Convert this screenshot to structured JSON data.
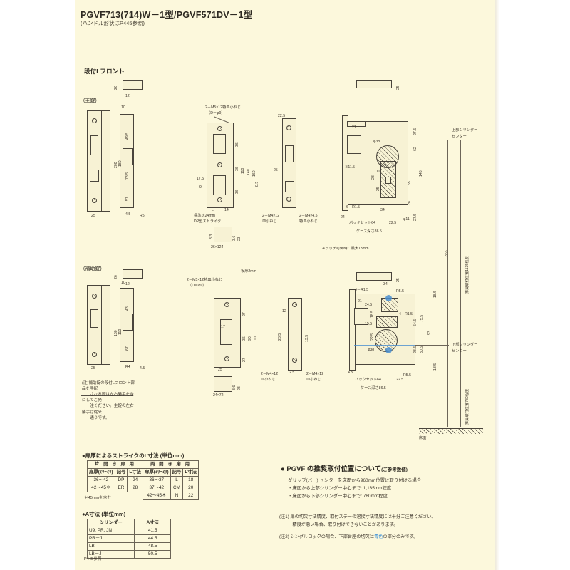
{
  "header": {
    "title": "PGVF713(714)W－1型/PGVF571DV－1型",
    "subtitle": "(ハンドル形状はP445参照)"
  },
  "drawing": {
    "panel_title": "段付Lフロント",
    "main_lock_label": "(主錠)",
    "sub_lock_label": "(補助錠)",
    "upper_cylinder_center": "上部シリンダー\nセンター",
    "lower_cylinder_center": "下部シリンダー\nセンター",
    "floor_label": "床面",
    "recommended_upper": "推奨取付位置1135程度",
    "recommended_lower": "推奨取付位置780程度",
    "callouts": [
      "2－M5×12特皿小ねじ",
      "（D＝φ9）",
      "板厚2mm",
      "2－M4×12",
      "皿小ねじ",
      "2－M4×4.5",
      "特皿小ねじ",
      "標準は24mm",
      "DP型ストライク",
      "※ラッチ可倒時：最大13mm",
      "バックセット64",
      "ケース深さ86.5"
    ],
    "dims_main": [
      "25",
      "10",
      "49.5",
      "73.5",
      "57",
      "200",
      "180",
      "4.5",
      "R5",
      "12",
      "26"
    ],
    "dims_front": [
      "36",
      "36",
      "36",
      "110",
      "140",
      "160",
      "17.5",
      "9",
      "8.5",
      "L",
      "14",
      "25",
      "26×124",
      "3.3",
      "3.6",
      "23"
    ],
    "dims_case_upper": [
      "21",
      "※11.5",
      "φ38",
      "φ11",
      "62",
      "145",
      "55",
      "28",
      "27.5",
      "27.5",
      "6－R1.5",
      "34",
      "11",
      "28",
      "25",
      "24",
      "22.5"
    ],
    "dims_sub": [
      "25",
      "10",
      "43",
      "67",
      "130",
      "110",
      "4.5",
      "R4",
      "12",
      "26"
    ],
    "dims_sub_front": [
      "27",
      "36",
      "27",
      "90",
      "110",
      "17",
      "25",
      "24×72",
      "12",
      "28.5",
      "13.5",
      "23",
      "2.5"
    ],
    "dims_case_lower": [
      "21",
      "34",
      "4－R1.5",
      "R5.5",
      "φ38",
      "24.5",
      "18.5",
      "15.5",
      "22.5",
      "64.5",
      "75.5",
      "28.5",
      "30.5",
      "93",
      "18.5",
      "8",
      "4.5"
    ],
    "dim_355": "355",
    "note_sub": "(注)補助錠の段付Lフロント部品を手配\n　　される際は左右勝手を逆にしてご発\n　　注ください。主錠の左右勝手は従来\n　　通りです。"
  },
  "table_strike": {
    "heading": "●扉厚によるストライクのL寸法 (単位mm)",
    "group_single": "片 開 き 扉 用",
    "group_double": "両 開 き 扉 用",
    "columns": [
      "扉厚(ﾐﾘ~ﾐﾘ)",
      "記号",
      "L寸法"
    ],
    "single_rows": [
      [
        "36～42",
        "DP",
        "24"
      ],
      [
        "42～45＊",
        "ER",
        "28"
      ]
    ],
    "double_rows": [
      [
        "36～37",
        "L",
        "18"
      ],
      [
        "37～42",
        "CM",
        "20"
      ],
      [
        "42～45＊",
        "N",
        "22"
      ]
    ],
    "footnote": "＊45mmを含む"
  },
  "table_a": {
    "heading": "●A寸法 (単位mm)",
    "columns": [
      "シリンダー",
      "A寸法"
    ],
    "rows": [
      [
        "U9, PR, JN",
        "41.5"
      ],
      [
        "PR－J",
        "44.5"
      ],
      [
        "LB",
        "48.5"
      ],
      [
        "LB－J",
        "50.5"
      ]
    ],
    "footnote": "P445参照"
  },
  "recommend": {
    "heading": "● PGVF の推奨取付位置について",
    "heading_small": "(ご参考数値)",
    "lines": [
      "グリップ(バー) センターを床面から960mm位置に取り付ける場合",
      "・床面から上部シリンダー中心まで: 1,135mm程度",
      "・床面から下部シリンダー中心まで: 780mm程度"
    ],
    "notes": [
      "(注1) 扉の切欠寸法精度、取付ステーの溶接寸法精度には十分ご注意ください。",
      "　　　精度が悪い場合、取り付けできないことがあります。",
      "(注2) シングルロックの場合、下部台座の切欠は",
      "の部分のみです。"
    ],
    "note2_accent": "青色",
    "accent_color": "#3a8fd6"
  },
  "footer": {
    "page_ref": "P445参照"
  }
}
